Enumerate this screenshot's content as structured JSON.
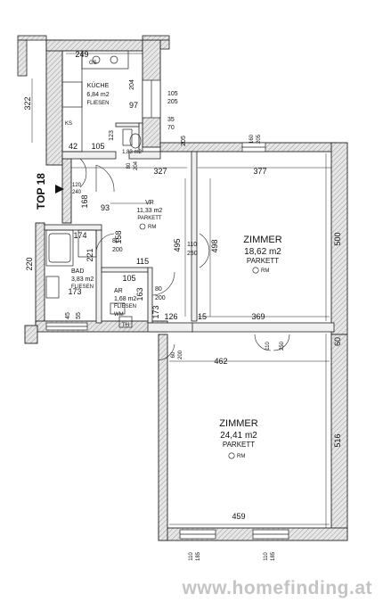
{
  "apartment": {
    "label": "TOP 18"
  },
  "rooms": {
    "kitchen": {
      "name": "KÜCHE",
      "area": "6,84 m2",
      "floor": "FLIESEN"
    },
    "hall": {
      "name": "VR",
      "area": "11,33 m2",
      "floor": "PARKETT",
      "rm": "RM"
    },
    "bath": {
      "name": "BAD",
      "area": "3,83 m2",
      "floor": "FLIESEN"
    },
    "storage": {
      "name": "AR",
      "area": "1,68 m2",
      "floor": "FLIESEN"
    },
    "wc": {
      "area": "1,83 m2"
    },
    "room1": {
      "name": "ZIMMER",
      "area": "18,62 m2",
      "floor": "PARKETT",
      "rm": "RM"
    },
    "room2": {
      "name": "ZIMMER",
      "area": "24,41 m2",
      "floor": "PARKETT",
      "rm": "RM"
    }
  },
  "fixtures": {
    "gs": "GS",
    "ks": "KS",
    "wm": "WM",
    "th": "TH"
  },
  "dimensions": {
    "d249": "249",
    "d322": "322",
    "d204": "204",
    "d97": "97",
    "d105a": "105",
    "d205a": "205",
    "d35": "35",
    "d70": "70",
    "d205b": "205",
    "d123": "123",
    "d42": "42",
    "d105b": "105",
    "d327": "327",
    "d377": "377",
    "d500": "500",
    "d160": "160",
    "d205c": "205",
    "d120": "120",
    "d240": "240",
    "d168": "168",
    "d93": "93",
    "d80a": "80",
    "d204b": "204",
    "d174": "174",
    "d158": "158",
    "d80b": "80",
    "d200a": "200",
    "d220": "220",
    "d221": "221",
    "d115": "115",
    "d495": "495",
    "d110a": "110",
    "d250a": "250",
    "d498": "498",
    "d173a": "173",
    "d105c": "105",
    "d163": "163",
    "d80c": "80",
    "d200b": "200",
    "d173b": "173",
    "d45": "45",
    "d55": "55",
    "d126": "126",
    "d15": "15",
    "d369": "369",
    "d60": "60",
    "d462": "462",
    "d110b": "110",
    "d250b": "250",
    "d60b": "60",
    "d200c": "200",
    "d516": "516",
    "d459": "459",
    "d110c": "110",
    "d185a": "185",
    "d110d": "110",
    "d185b": "185"
  },
  "watermark": "www.homefinding.at"
}
